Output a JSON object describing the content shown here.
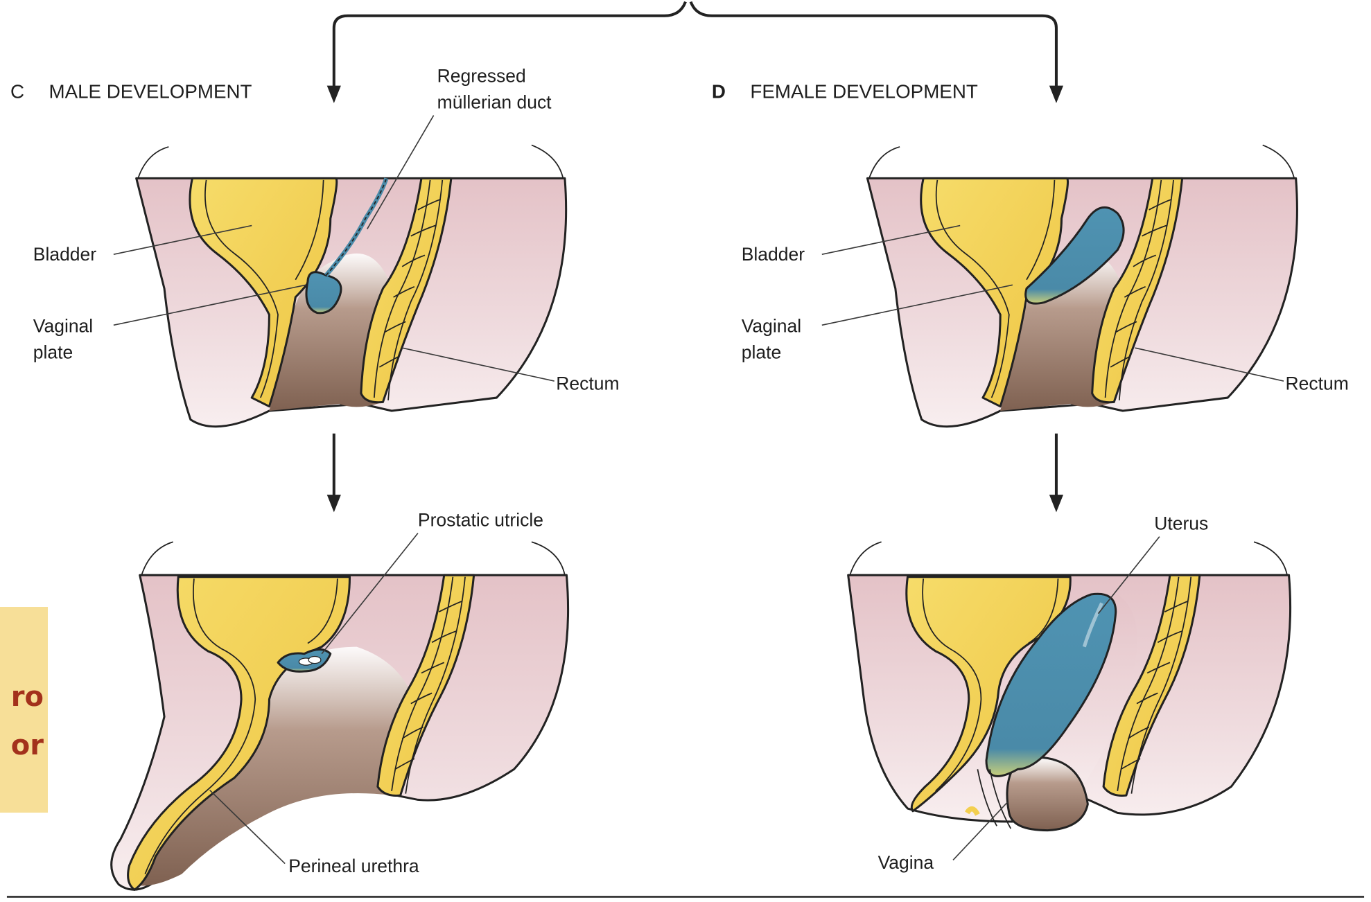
{
  "panels": {
    "male": {
      "letter": "C",
      "title": "MALE DEVELOPMENT"
    },
    "female": {
      "letter": "D",
      "title": "FEMALE DEVELOPMENT"
    }
  },
  "labels": {
    "male_top": {
      "regressed_mullerian_1": "Regressed",
      "regressed_mullerian_2": "müllerian duct",
      "bladder": "Bladder",
      "vaginal_plate_1": "Vaginal",
      "vaginal_plate_2": "plate",
      "rectum": "Rectum"
    },
    "male_bottom": {
      "prostatic_utricle": "Prostatic utricle",
      "perineal_urethra": "Perineal urethra"
    },
    "female_top": {
      "bladder": "Bladder",
      "vaginal_plate_1": "Vaginal",
      "vaginal_plate_2": "plate",
      "rectum": "Rectum"
    },
    "female_bottom": {
      "uterus": "Uterus",
      "vagina": "Vagina"
    }
  },
  "callout": {
    "line1": "ro",
    "line2": "or"
  },
  "colors": {
    "tissue_pink": "#f0dde0",
    "bladder_yellow": "#f3cf4f",
    "sinus_brown": "#8a6c5b",
    "mullerian_blue": "#4c8fae",
    "callout_bg": "#f7df98",
    "callout_text": "#a3311c"
  }
}
